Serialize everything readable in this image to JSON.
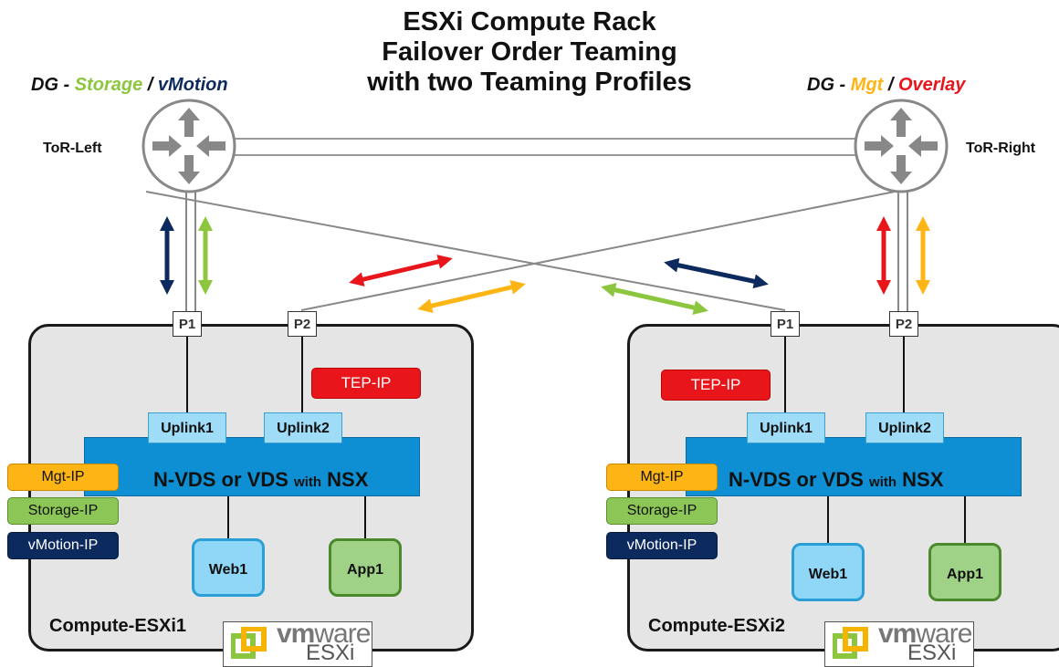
{
  "title": {
    "line1": "ESXi Compute Rack",
    "line2": "Failover Order Teaming",
    "line3": "with two Teaming Profiles"
  },
  "dg_left": {
    "prefix": "DG - ",
    "storage": "Storage",
    "sep": " / ",
    "vmotion": "vMotion"
  },
  "dg_right": {
    "prefix": "DG - ",
    "mgt": "Mgt",
    "sep": " / ",
    "overlay": "Overlay"
  },
  "tor_left": "ToR-Left",
  "tor_right": "ToR-Right",
  "hosts": [
    {
      "name": "Compute-ESXi1",
      "p1": "P1",
      "p2": "P2",
      "uplink1": "Uplink1",
      "uplink2": "Uplink2",
      "tep": "TEP-IP",
      "nvds_main": "N-VDS or VDS ",
      "nvds_with": "with",
      "nvds_nsx": " NSX",
      "mgt_ip": "Mgt-IP",
      "storage_ip": "Storage-IP",
      "vmotion_ip": "vMotion-IP",
      "vm1": "Web1",
      "vm2": "App1"
    },
    {
      "name": "Compute-ESXi2",
      "p1": "P1",
      "p2": "P2",
      "uplink1": "Uplink1",
      "uplink2": "Uplink2",
      "tep": "TEP-IP",
      "nvds_main": "N-VDS or VDS ",
      "nvds_with": "with",
      "nvds_nsx": " NSX",
      "mgt_ip": "Mgt-IP",
      "storage_ip": "Storage-IP",
      "vmotion_ip": "vMotion-IP",
      "vm1": "Web1",
      "vm2": "App1"
    }
  ],
  "logo": {
    "vm": "vm",
    "ware": "ware",
    "esxi": "ESXi"
  },
  "colors": {
    "storage": "#8cc63f",
    "vmotion": "#0d2a5e",
    "mgt": "#fdb515",
    "overlay": "#e8161b",
    "link": "#888888"
  }
}
